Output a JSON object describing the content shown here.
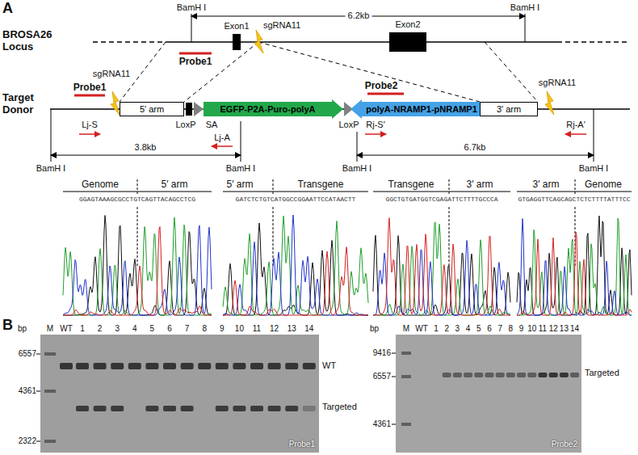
{
  "diagram": {
    "nodes": [
      {
        "text": [
          "Exon1"
        ]
      },
      {
        "text": [
          "Exon2"
        ]
      },
      {
        "text": [
          "5′ arm"
        ]
      },
      {
        "text": [
          "EGFP-P2A-Puro-polyA"
        ]
      },
      {
        "text": [
          "polyA-NRAMP1-pNRAMP1"
        ]
      },
      {
        "text": [
          "3′ arm"
        ]
      }
    ],
    "labels": [
      "A",
      "BamH Ⅰ",
      "BamH Ⅰ",
      "6.2kb",
      "BROSA26 Locus",
      "Probe1",
      "sgRNA11",
      "Target Donor",
      "Probe1",
      "sgRNA11",
      "Probe2",
      "sgRNA11",
      "LoxP",
      "SA",
      "LoxP",
      "Lj-S",
      "Lj-A",
      "Rj-S′",
      "Rj-A′",
      "3.8kb",
      "6.7kb",
      "BamH Ⅰ",
      "BamH Ⅰ",
      "BamH Ⅰ",
      "BamH Ⅰ",
      "Genome",
      "5′ arm",
      "5′ arm",
      "Transgene",
      "Transgene",
      "3′ arm",
      "3′ arm",
      "Genome",
      "GGAGTAAAGCGCCTGTCAGTTACAGCCTCG",
      "GATCTCTGTCATGGCCGGAATTCCATAACTT",
      "GGCTGTGATGGTCGAGATTCTTTTGCCCA",
      "GTGAGGTTCAGCAGCTCTCTTTTATTTCC",
      "B",
      "bp",
      "M",
      "WT",
      "1",
      "2",
      "3",
      "4",
      "5",
      "6",
      "7",
      "8",
      "9",
      "10",
      "11",
      "12",
      "13",
      "14",
      "6557",
      "4361",
      "2322",
      "WT",
      "Targeted",
      "Probe1",
      "bp",
      "M",
      "WT",
      "1",
      "2",
      "3",
      "4",
      "5",
      "6",
      "7",
      "8",
      "9",
      "10",
      "11",
      "12",
      "13",
      "14",
      "9416",
      "6557",
      "4361",
      "Targeted",
      "Probe2"
    ]
  }
}
